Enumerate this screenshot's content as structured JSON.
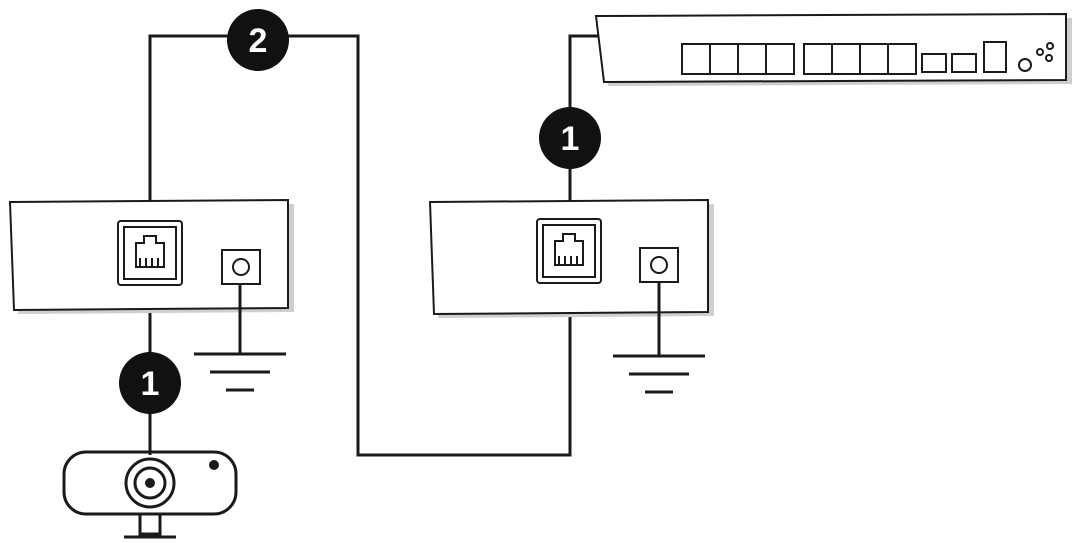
{
  "badges": {
    "cable_2": "2",
    "cable_1_switch": "1",
    "cable_1_camera": "1"
  },
  "colors": {
    "line": "#1a1a1a",
    "badge_fill": "#111111",
    "badge_text": "#ffffff",
    "device_fill": "#ffffff",
    "shadow": "#cfcfcf"
  },
  "icons": {
    "camera": "ip-camera-icon",
    "switch": "network-switch-icon",
    "rj45": "rj45-port-icon",
    "dc": "dc-power-jack-icon",
    "ground": "ground-symbol-icon"
  }
}
